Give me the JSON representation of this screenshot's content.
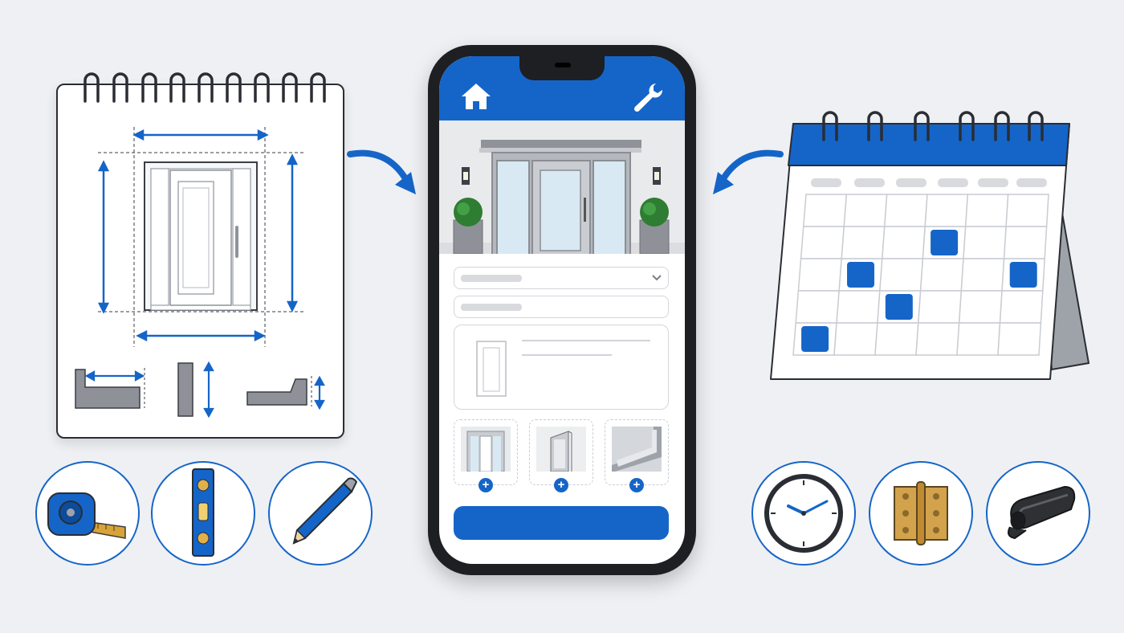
{
  "colors": {
    "accent": "#1565c8",
    "background": "#eef0f3",
    "outline": "#2a2d33",
    "placeholder": "#d8dadd",
    "hinge_brass": "#d2a24c"
  },
  "notepad": {
    "icons": [
      "dimension-arrow-icon",
      "profile-section-icon"
    ]
  },
  "phone": {
    "header_icons": [
      "home-icon",
      "wrench-icon"
    ],
    "form": {
      "dropdown_icon": "chevron-down-icon",
      "upload_slots": 3,
      "upload_icon": "plus-icon"
    }
  },
  "calendar": {
    "columns": 6,
    "rows": 5,
    "highlighted_cells": [
      [
        1,
        3
      ],
      [
        2,
        1
      ],
      [
        2,
        5
      ],
      [
        3,
        2
      ],
      [
        4,
        0
      ]
    ]
  },
  "tools_left": [
    "tape-measure-icon",
    "spirit-level-icon",
    "pencil-icon"
  ],
  "tools_right": [
    "clock-icon",
    "hinge-icon",
    "rubber-seal-icon"
  ],
  "arrows": [
    "arrow-right-icon",
    "arrow-left-icon"
  ]
}
